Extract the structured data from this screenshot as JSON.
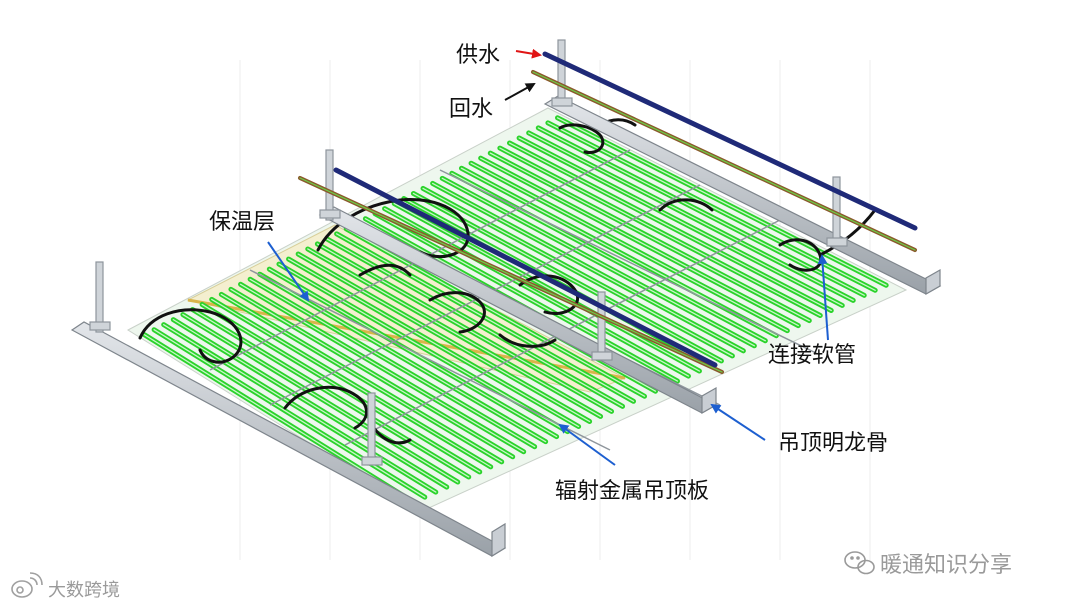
{
  "labels": {
    "supply_water": "供水",
    "return_water": "回水",
    "insulation_layer": "保温层",
    "connecting_hose": "连接软管",
    "exposed_ceiling_keel": "吊顶明龙骨",
    "radiant_metal_ceiling_panel": "辐射金属吊顶板"
  },
  "watermarks": {
    "wechat": "暖通知识分享",
    "bottom_left": "大数跨境"
  },
  "colors": {
    "supply_pipe": "#1f2a78",
    "return_pipe": "#8a5a2c",
    "radiant_tube": "#2bd32b",
    "insulation": "#f4efcf",
    "keel": "#b9bfc6",
    "arrow_blue": "#1d5fd0",
    "arrow_red": "#e01515",
    "hose": "#111111"
  },
  "icons": [
    "wechat-icon",
    "weibo-icon"
  ]
}
